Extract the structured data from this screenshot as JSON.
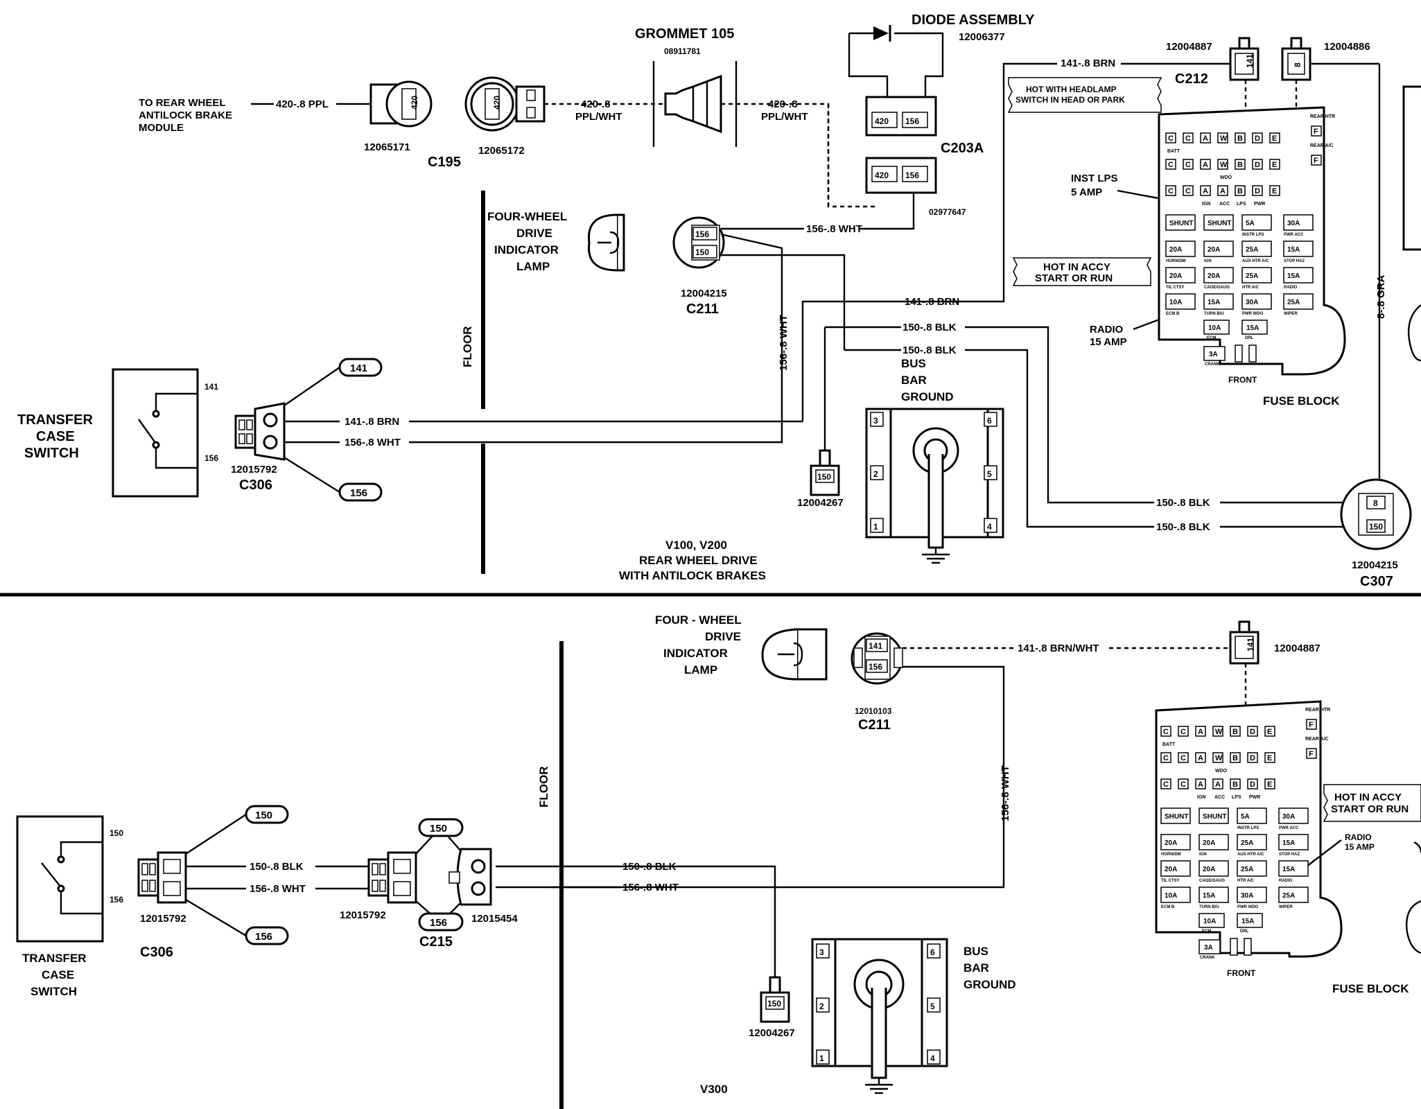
{
  "top": {
    "diode_title": "DIODE ASSEMBLY",
    "diode_part": "12006377",
    "grommet_title": "GROMMET 105",
    "grommet_part": "08911781",
    "to_rear": [
      "TO REAR WHEEL",
      "ANTILOCK BRAKE",
      "MODULE"
    ],
    "c195": "C195",
    "p_12065171": "12065171",
    "p_12065172": "12065172",
    "pin_420": "420",
    "pin_156": "156",
    "pin_150": "150",
    "pin_141": "141",
    "pin_8": "8",
    "w_420_ppl": "420-.8 PPL",
    "w_420_8": "420-.8",
    "ppl_wht": "PPL/WHT",
    "c203a": "C203A",
    "p_02977647": "02977647",
    "c212": "C212",
    "p_12004887": "12004887",
    "p_12004886": "12004886",
    "w_141_brn": "141-.8 BRN",
    "hot_headlamp": [
      "HOT WITH HEADLAMP",
      "SWITCH IN HEAD OR PARK"
    ],
    "inst_lps": [
      "INST LPS",
      "5 AMP"
    ],
    "hot_accy": [
      "HOT IN ACCY",
      "START OR RUN"
    ],
    "radio": [
      "RADIO",
      "15 AMP"
    ],
    "front": "FRONT",
    "fuse_block": "FUSE BLOCK",
    "w_8_gra": "8-.8 GRA",
    "fwd_lamp": [
      "FOUR-WHEEL",
      "DRIVE",
      "INDICATOR",
      "LAMP"
    ],
    "p_12004215": "12004215",
    "c211": "C211",
    "w_156_wht": "156-.8 WHT",
    "w_150_blk": "150-.8 BLK",
    "floor": "FLOOR",
    "bus_bar": [
      "BUS",
      "BAR",
      "GROUND"
    ],
    "transfer": [
      "TRANSFER",
      "CASE",
      "SWITCH"
    ],
    "p_12015792": "12015792",
    "c306": "C306",
    "p_12004267": "12004267",
    "c307": "C307",
    "caption": [
      "V100, V200",
      "REAR WHEEL DRIVE",
      "WITH ANTILOCK BRAKES"
    ],
    "bus_pins": [
      "3",
      "6",
      "2",
      "5",
      "1",
      "4"
    ]
  },
  "bottom": {
    "fwd_lamp": [
      "FOUR - WHEEL",
      "DRIVE",
      "INDICATOR",
      "LAMP"
    ],
    "w_141_brnwht": "141-.8 BRN/WHT",
    "p_12004887": "12004887",
    "p_12010103": "12010103",
    "c211": "C211",
    "w_156_wht": "156-.8 WHT",
    "floor": "FLOOR",
    "hot_accy": [
      "HOT IN ACCY",
      "START OR RUN"
    ],
    "radio": [
      "RADIO",
      "15 AMP"
    ],
    "front": "FRONT",
    "fuse_block": "FUSE BLOCK",
    "transfer": [
      "TRANSFER",
      "CASE",
      "SWITCH"
    ],
    "c306": "C306",
    "p_12015792": "12015792",
    "c215": "C215",
    "p_12015792b": "12015792",
    "p_12015454": "12015454",
    "w_150_blk": "150-.8 BLK",
    "bus_bar": [
      "BUS",
      "BAR",
      "GROUND"
    ],
    "p_12004267": "12004267",
    "caption": "V300",
    "pin_150": "150",
    "pin_156": "156",
    "pin_141": "141",
    "bus_pins": [
      "3",
      "6",
      "2",
      "5",
      "1",
      "4"
    ]
  },
  "fuse": {
    "row_letters_1": [
      "C",
      "C",
      "A",
      "W",
      "B",
      "D",
      "E"
    ],
    "row_letters_2": [
      "C",
      "C",
      "A",
      "W",
      "B",
      "D",
      "E"
    ],
    "row_letters_3": [
      "C",
      "C",
      "A",
      "A",
      "B",
      "D",
      "E"
    ],
    "side_f": "F",
    "rear_htr": "REAR HTR",
    "rear_ac": "REAR A/C",
    "sub1": "BATT",
    "sub2": "WDO",
    "sub3": [
      "IGN",
      "ACC",
      "LPS",
      "PWR"
    ],
    "r1": [
      "SHUNT",
      "SHUNT",
      "5A",
      "30A"
    ],
    "r1s": [
      "",
      "",
      "INSTR LPS",
      "PWR ACC"
    ],
    "r2": [
      "20A",
      "20A",
      "25A",
      "15A"
    ],
    "r2s": [
      "HORN/DM",
      "IGN",
      "AUX HTR A/C",
      "STOP HAZ"
    ],
    "r3": [
      "20A",
      "20A",
      "25A",
      "15A"
    ],
    "r3s": [
      "TIL CTSY",
      "CAGE/GAUG",
      "HTR A/C",
      "RADIO"
    ],
    "r4": [
      "10A",
      "15A",
      "30A",
      "25A"
    ],
    "r4s": [
      "ECM B",
      "TURN B/U",
      "PWR WDO",
      "WIPER"
    ],
    "r5": [
      "10A",
      "15A"
    ],
    "r5s": [
      "ECM",
      "DRL"
    ],
    "r6": "3A",
    "r6s": "CRANK"
  }
}
